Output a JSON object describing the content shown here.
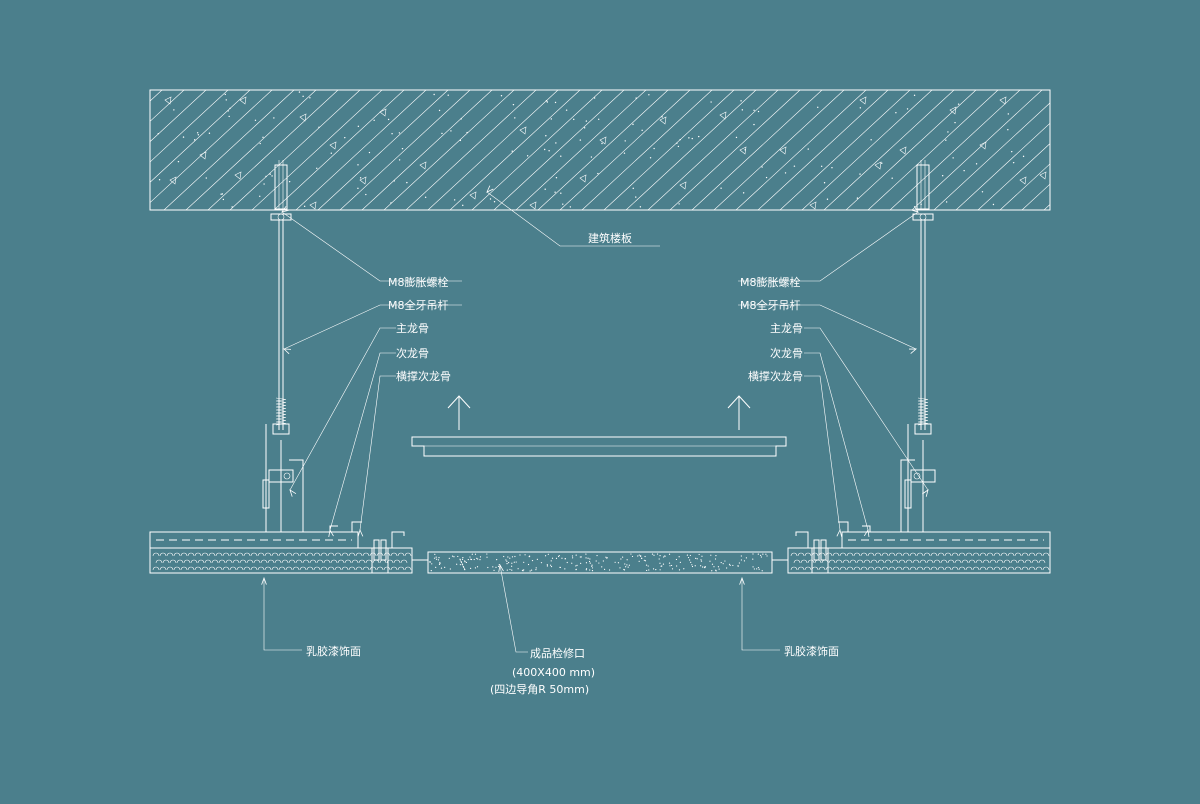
{
  "diagram": {
    "labels": {
      "slab": "建筑楼板",
      "bolt": "M8膨胀螺栓",
      "rod": "M8全牙吊杆",
      "main_keel": "主龙骨",
      "sub_keel": "次龙骨",
      "cross_keel": "横撑次龙骨",
      "finish": "乳胶漆饰面",
      "hatch_title": "成品检修口",
      "hatch_size": "(400X400 mm)",
      "hatch_note": "(四边导角R 50mm)"
    },
    "colors": {
      "background": "#4b7f8c",
      "line": "#ffffff"
    }
  }
}
